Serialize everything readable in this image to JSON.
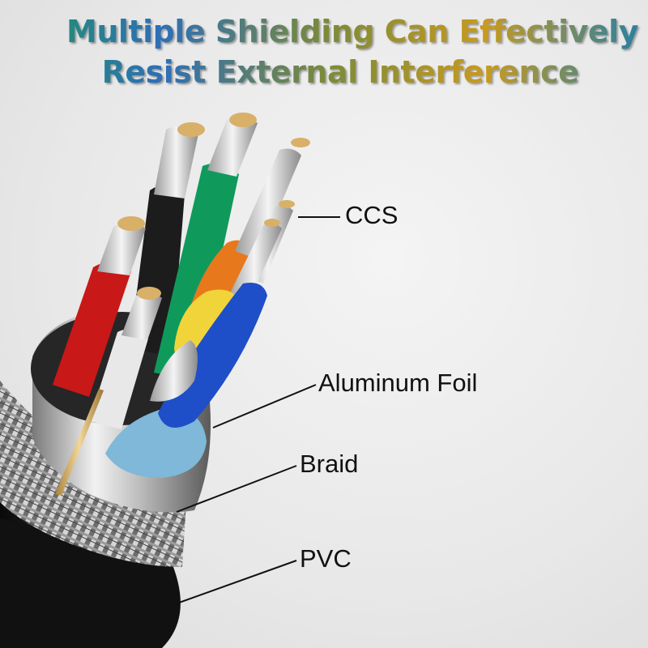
{
  "headline": {
    "line1": "Multiple Shielding Can Effectively",
    "line2": "Resist External Interference"
  },
  "labels": {
    "ccs": "CCS",
    "foil": "Aluminum Foil",
    "braid": "Braid",
    "pvc": "PVC"
  },
  "colors": {
    "background": "#ebebeb",
    "jacket": "#1a1a1a",
    "wire_black": "#1c1c1c",
    "wire_green": "#0f9a5c",
    "wire_red": "#c81818",
    "wire_white": "#e8e8e8",
    "wire_orange": "#e8781c",
    "wire_yellow": "#f0d43a",
    "wire_blue": "#1e4fc8",
    "wire_lightblue": "#7fb8d8",
    "copper": "#d8b068"
  }
}
